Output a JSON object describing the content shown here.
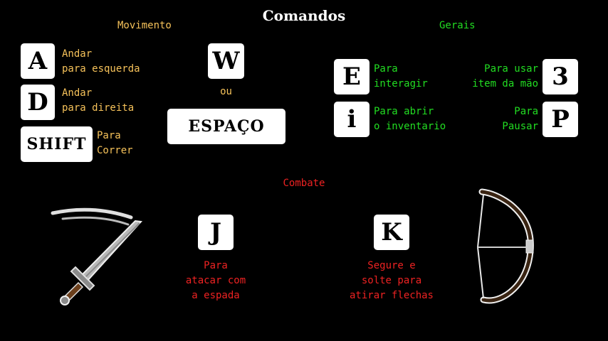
{
  "title": "Comandos",
  "movement": {
    "title": "Movimento",
    "keys": [
      {
        "key": "A",
        "line1": "Andar",
        "line2": "para esquerda"
      },
      {
        "key": "D",
        "line1": "Andar",
        "line2": "para direita"
      },
      {
        "key": "SHIFT",
        "line1": "Para",
        "line2": "Correr"
      }
    ],
    "jump": {
      "key1": "W",
      "or": "ou",
      "key2": "ESPAÇO"
    }
  },
  "general": {
    "title": "Gerais",
    "left": [
      {
        "key": "E",
        "line1": "Para",
        "line2": "interagir"
      },
      {
        "key": "i",
        "line1": "Para abrir",
        "line2": "o inventario"
      }
    ],
    "right": [
      {
        "key": "3",
        "line1": "Para usar",
        "line2": "item da mão"
      },
      {
        "key": "P",
        "line1": "Para",
        "line2": "Pausar"
      }
    ]
  },
  "combat": {
    "title": "Combate",
    "attack": {
      "key": "J",
      "line1": "Para",
      "line2": "atacar com",
      "line3": "a espada"
    },
    "shoot": {
      "key": "K",
      "line1": "Segure e",
      "line2": "solte para",
      "line3": "atirar flechas"
    }
  },
  "icons": {
    "sword": "sword-icon",
    "bow": "bow-icon"
  },
  "colors": {
    "movement": "#f6c25a",
    "general": "#22dd22",
    "combat": "#ee2222"
  }
}
